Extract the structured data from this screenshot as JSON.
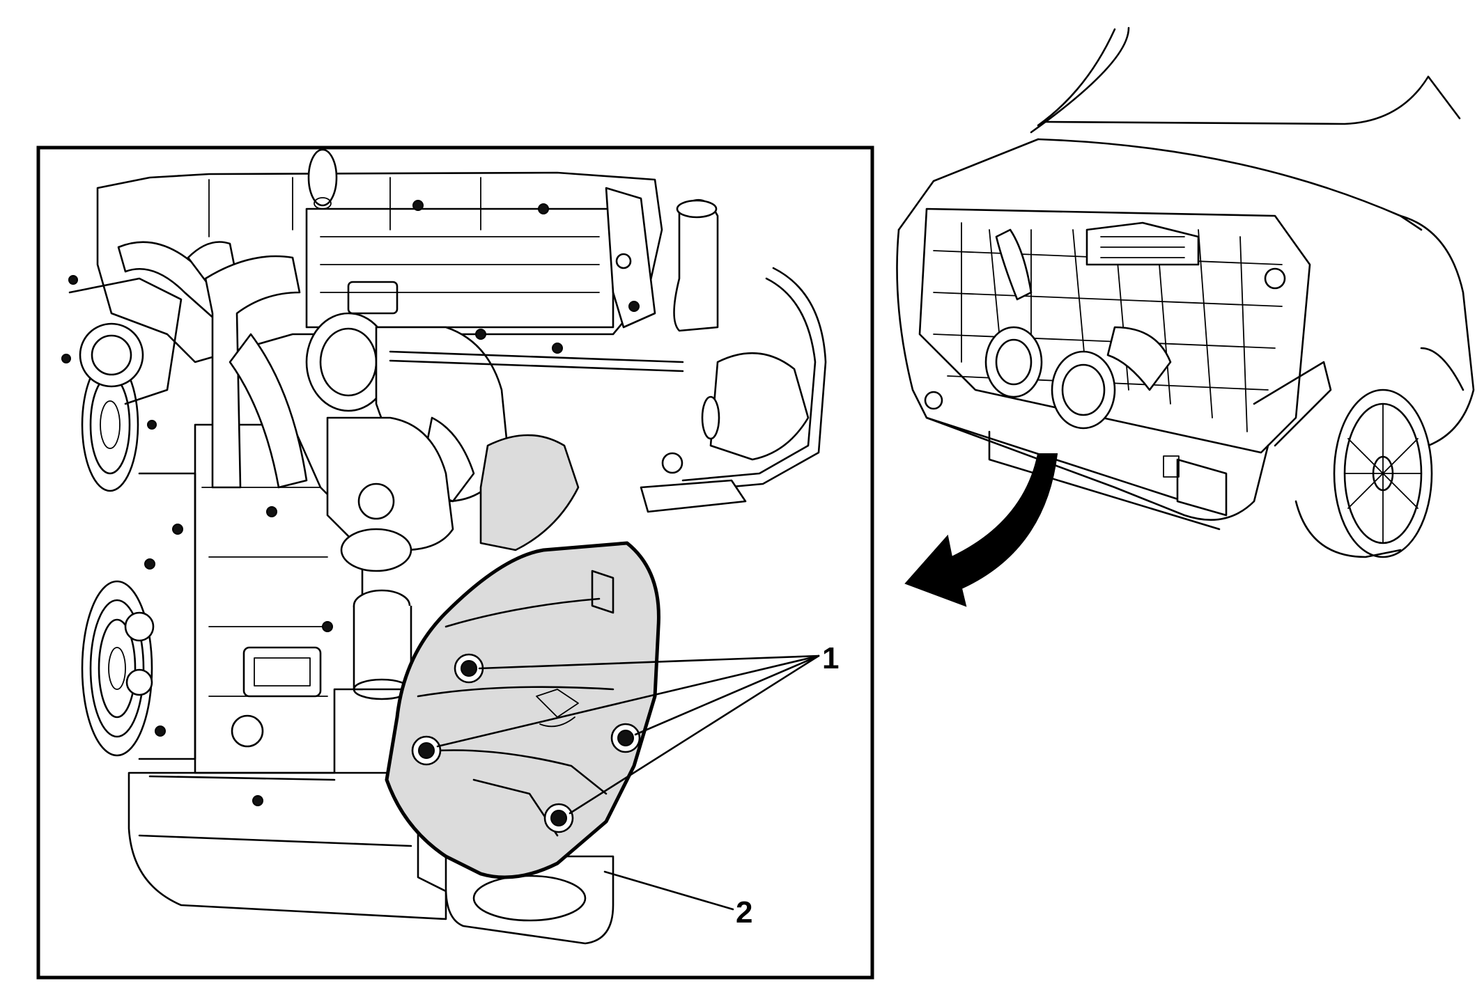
{
  "figure": {
    "callouts": [
      {
        "id": "1",
        "label": "1"
      },
      {
        "id": "2",
        "label": "2"
      }
    ],
    "colors": {
      "line": "#000000",
      "background": "#ffffff",
      "shield_fill": "#dcdcdc"
    }
  }
}
